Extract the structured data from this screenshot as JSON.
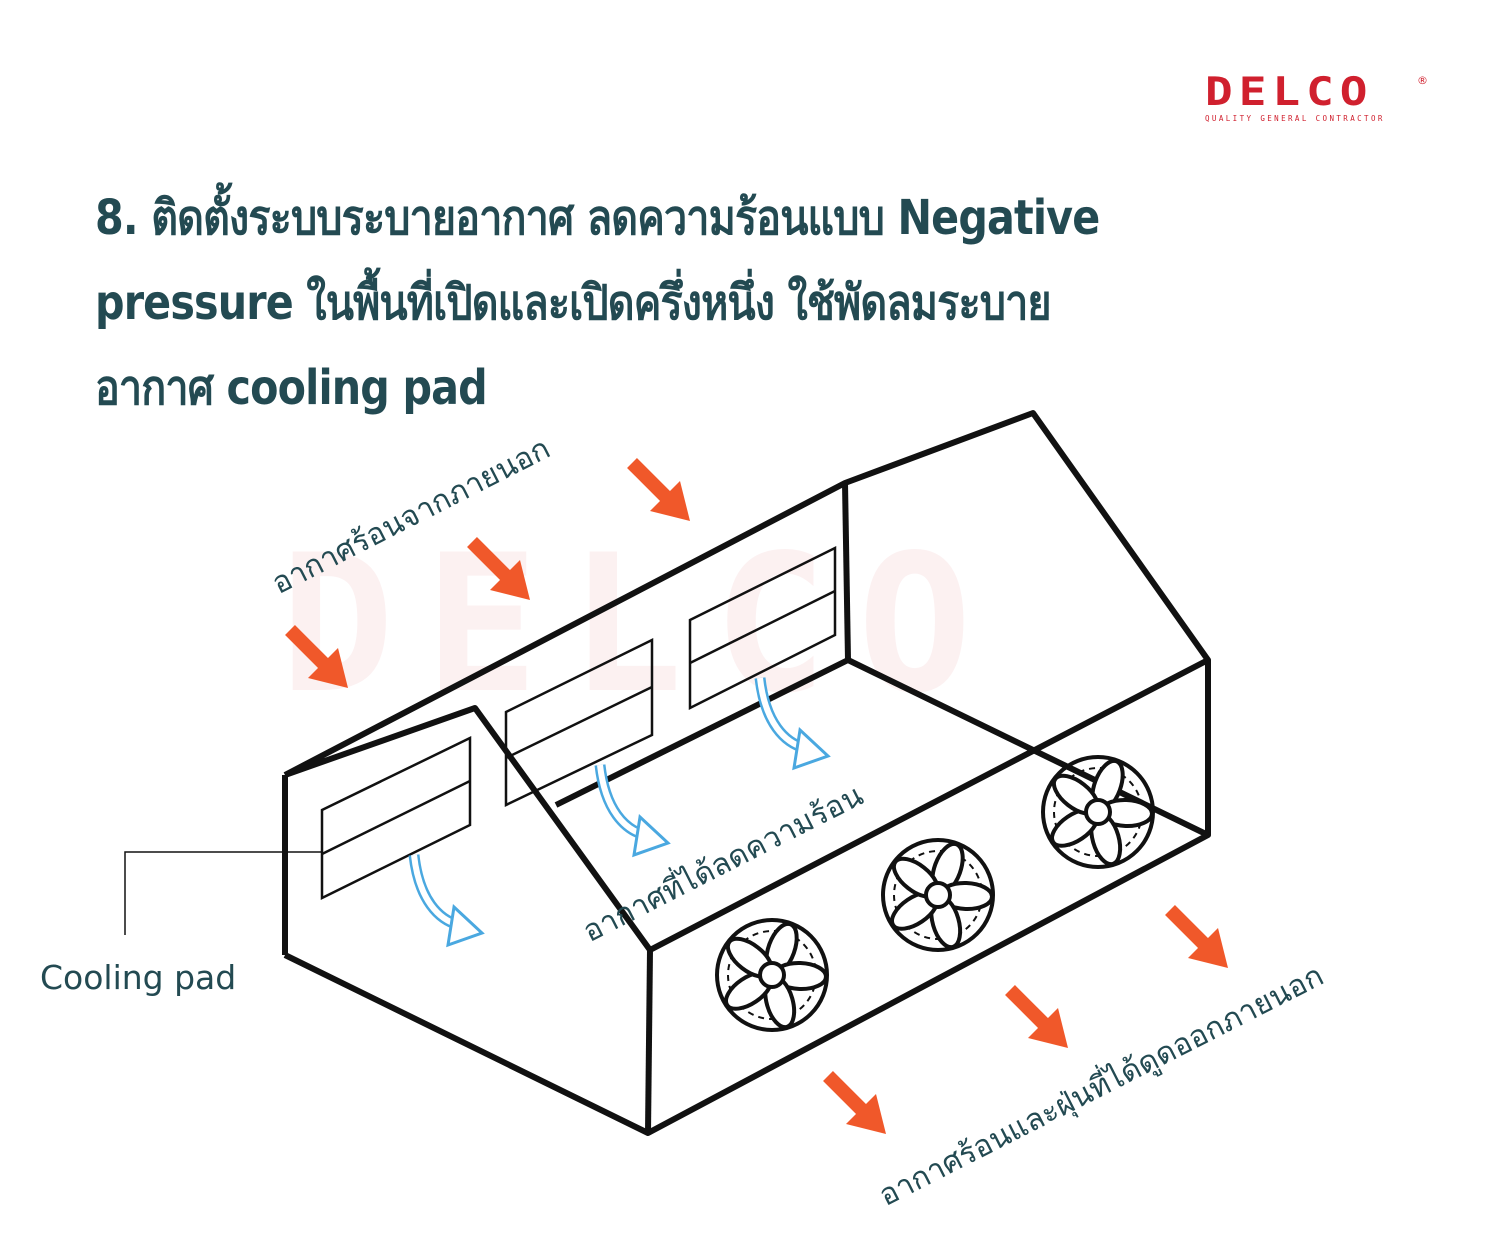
{
  "logo": {
    "brand": "DELCO",
    "registered": "®",
    "tagline": "QUALITY GENERAL CONTRACTOR"
  },
  "title": {
    "lines": [
      "8. ติดตั้งระบบระบายอากาศ ลดความร้อนแบบ Negative",
      "pressure ในพื้นที่เปิดและเปิดครึ่งหนึ่ง ใช้พัดลมระบาย",
      "อากาศ cooling pad"
    ]
  },
  "diagram": {
    "label_hot_outside_air": "อากาศร้อนจากภายนอก",
    "label_cooled_air": "อากาศที่ได้ลดความร้อน",
    "label_exhaust_air": "อากาศร้อนและฝุ่นที่ได้ดูดออกภายนอก",
    "label_cooling_pad": "Cooling pad"
  },
  "colors": {
    "title": "#234a52",
    "brand": "#d0202e",
    "hot_arrow": "#f0582a",
    "cool_arrow": "#4aa8e0",
    "outline": "#111111"
  }
}
